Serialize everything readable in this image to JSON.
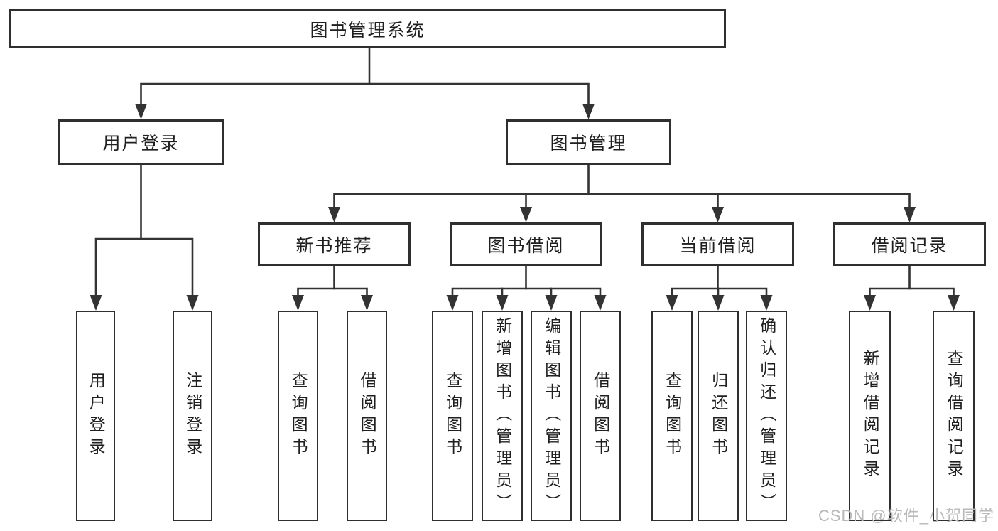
{
  "diagram": {
    "root": {
      "label": "图书管理系统"
    },
    "branches": [
      {
        "label": "用户登录",
        "children": [
          {
            "label": "用户登录"
          },
          {
            "label": "注销登录"
          }
        ]
      },
      {
        "label": "图书管理",
        "children": [
          {
            "label": "新书推荐",
            "children": [
              {
                "label": "查询图书"
              },
              {
                "label": "借阅图书"
              }
            ]
          },
          {
            "label": "图书借阅",
            "children": [
              {
                "label": "查询图书"
              },
              {
                "label": "新增图书（管理员）"
              },
              {
                "label": "编辑图书（管理员）"
              },
              {
                "label": "借阅图书"
              }
            ]
          },
          {
            "label": "当前借阅",
            "children": [
              {
                "label": "查询图书"
              },
              {
                "label": "归还图书"
              },
              {
                "label": "确认归还（管理员）"
              }
            ]
          },
          {
            "label": "借阅记录",
            "children": [
              {
                "label": "新增借阅记录"
              },
              {
                "label": "查询借阅记录"
              }
            ]
          }
        ]
      }
    ]
  },
  "watermark": "CSDN @软件_小贺同学",
  "colors": {
    "background": "#ffffff",
    "line": "#333333",
    "box_border": "#2f2f2f",
    "text": "#1f1f1f",
    "watermark": "#b9b9b9"
  }
}
